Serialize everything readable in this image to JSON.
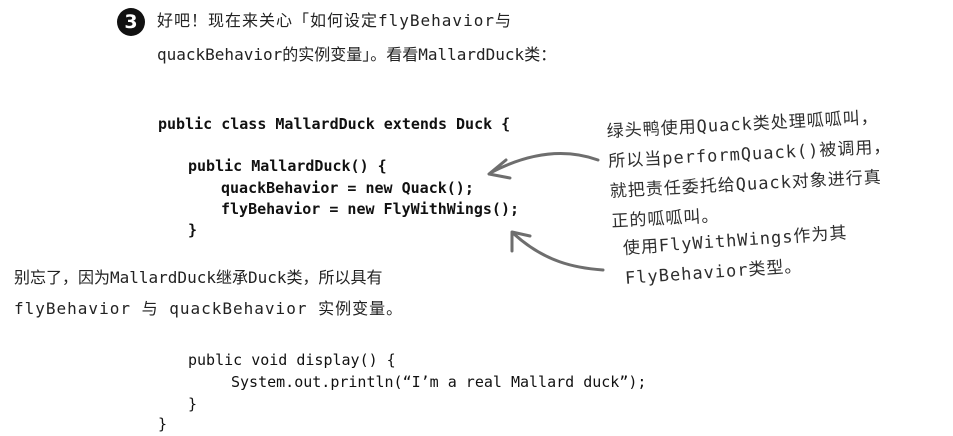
{
  "step": {
    "number": "3",
    "intro_line1": "好吧！现在来关心「如何设定flyBehavior与",
    "intro_line2": "quackBehavior的实例变量」。看看MallardDuck类："
  },
  "code": {
    "class_decl": "public class MallardDuck extends Duck {",
    "constructor_decl": "public MallardDuck() {",
    "quack_assign": "quackBehavior = new Quack();",
    "fly_assign": "flyBehavior = new FlyWithWings();",
    "constructor_close": "}",
    "display_decl": "public void display() {",
    "println": "System.out.println(“I’m a real Mallard duck”);",
    "display_close": "}",
    "class_close": "}"
  },
  "annotations": {
    "quack_note": "绿头鸭使用Quack类处理呱呱叫，\n所以当performQuack()被调用，\n就把责任委托给Quack对象进行真\n正的呱呱叫。",
    "fly_note": "使用FlyWithWings作为其\nFlyBehavior类型。",
    "inherit_note_line1": "别忘了，因为MallardDuck继承Duck类，所以具有",
    "inherit_note_line2": "flyBehavior 与 quackBehavior 实例变量。"
  },
  "colors": {
    "text": "#1a1a1a",
    "handwriting": "#2e2e2e",
    "arrow": "#6e6e6e",
    "badge": "#111111"
  }
}
